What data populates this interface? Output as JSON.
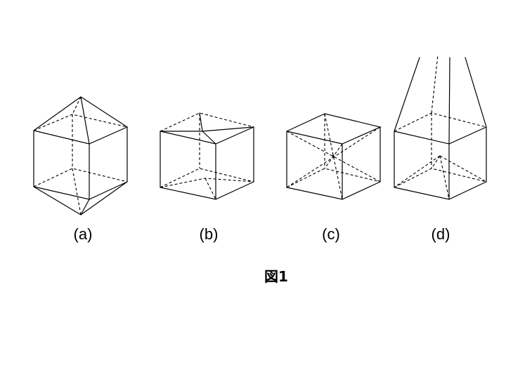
{
  "figures": [
    {
      "id": "a",
      "label": "(a)"
    },
    {
      "id": "b",
      "label": "(b)"
    },
    {
      "id": "c",
      "label": "(c)"
    },
    {
      "id": "d",
      "label": "(d)"
    }
  ],
  "caption": "図1"
}
